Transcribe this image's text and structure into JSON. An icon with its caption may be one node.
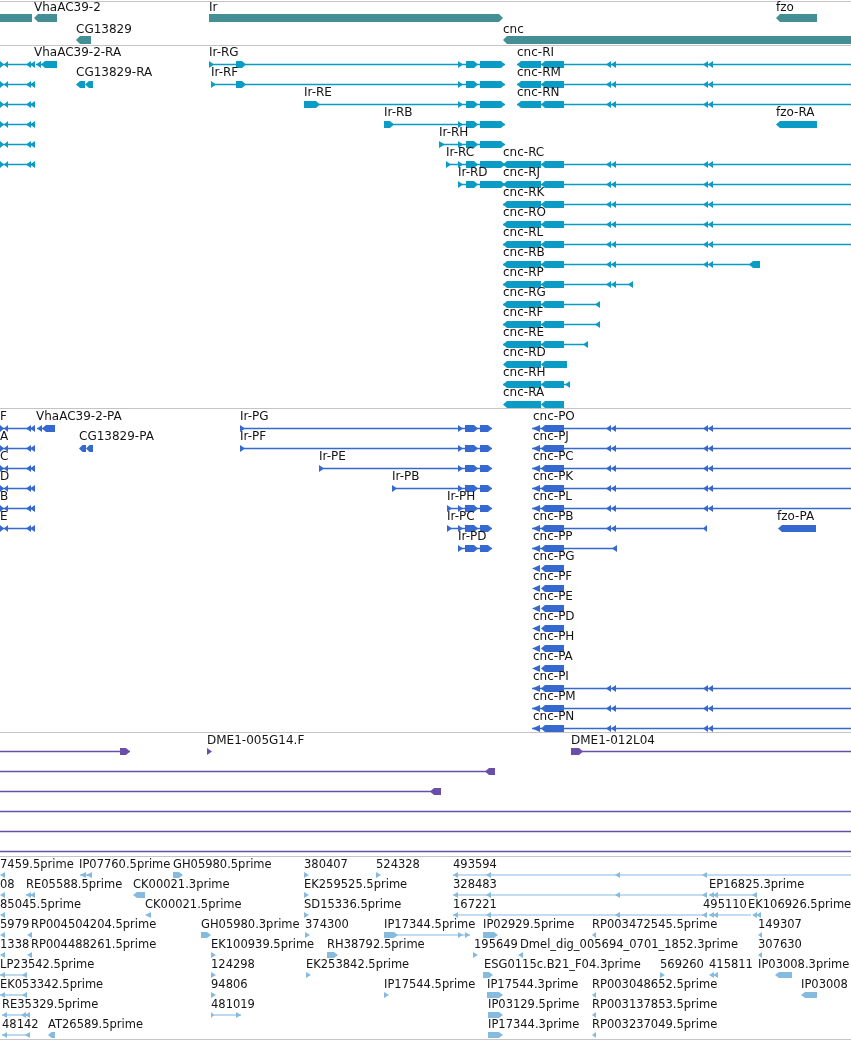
{
  "diagram": {
    "nodes": [
      {
        "text": [],
        "shape": "bar"
      },
      {
        "text": [
          "VhaAC39-2"
        ]
      },
      {
        "text": [
          "Ir"
        ]
      },
      {
        "text": [
          "fzo"
        ]
      },
      {
        "text": [
          "CG13829"
        ]
      },
      {
        "text": [
          "cnc"
        ]
      },
      {
        "text": [],
        "shape": "bar"
      },
      {
        "text": [
          "VhaAC39-2-RA"
        ]
      },
      {
        "text": [
          "Ir-RG"
        ]
      },
      {
        "text": [
          "cnc-RI"
        ]
      },
      {
        "text": [],
        "shape": "bar"
      },
      {
        "text": [
          "CG13829-RA"
        ]
      },
      {
        "text": [
          "Ir-RF"
        ]
      },
      {
        "text": [
          "cnc-RM"
        ]
      },
      {
        "text": [],
        "shape": "bar"
      },
      {
        "text": [
          "Ir-RE"
        ]
      },
      {
        "text": [
          "cnc-RN"
        ]
      },
      {
        "text": [],
        "shape": "bar"
      },
      {
        "text": [
          "Ir-RB"
        ]
      },
      {
        "text": [
          "fzo-RA"
        ]
      },
      {
        "text": [],
        "shape": "bar"
      },
      {
        "text": [
          "Ir-RH"
        ]
      },
      {
        "text": [],
        "shape": "bar"
      },
      {
        "text": [
          "Ir-RC"
        ]
      },
      {
        "text": [
          "cnc-RC"
        ]
      },
      {
        "text": [
          "Ir-RD"
        ]
      },
      {
        "text": [
          "cnc-RJ"
        ]
      },
      {
        "text": [
          "cnc-RK"
        ]
      },
      {
        "text": [
          "cnc-RO"
        ]
      },
      {
        "text": [
          "cnc-RL"
        ]
      },
      {
        "text": [
          "cnc-RB"
        ]
      },
      {
        "text": [
          "cnc-RP"
        ]
      },
      {
        "text": [
          "cnc-RG"
        ]
      },
      {
        "text": [
          "cnc-RF"
        ]
      },
      {
        "text": [
          "cnc-RE"
        ]
      },
      {
        "text": [
          "cnc-RD"
        ]
      },
      {
        "text": [
          "cnc-RH"
        ]
      },
      {
        "text": [
          "cnc-RA"
        ]
      },
      {
        "text": [
          "F"
        ]
      },
      {
        "text": [
          "VhaAC39-2-PA"
        ]
      },
      {
        "text": [
          "Ir-PG"
        ]
      },
      {
        "text": [
          "cnc-PO"
        ]
      },
      {
        "text": [
          "A"
        ]
      },
      {
        "text": [
          "CG13829-PA"
        ]
      },
      {
        "text": [
          "Ir-PF"
        ]
      },
      {
        "text": [
          "cnc-PJ"
        ]
      },
      {
        "text": [
          "C"
        ]
      },
      {
        "text": [
          "Ir-PE"
        ]
      },
      {
        "text": [
          "cnc-PC"
        ]
      },
      {
        "text": [
          "D"
        ]
      },
      {
        "text": [
          "Ir-PB"
        ]
      },
      {
        "text": [
          "cnc-PK"
        ]
      },
      {
        "text": [
          "B"
        ]
      },
      {
        "text": [
          "Ir-PH"
        ]
      },
      {
        "text": [
          "cnc-PL"
        ]
      },
      {
        "text": [
          "E"
        ]
      },
      {
        "text": [
          "Ir-PC"
        ]
      },
      {
        "text": [
          "cnc-PB"
        ]
      },
      {
        "text": [
          "fzo-PA"
        ]
      },
      {
        "text": [
          "Ir-PD"
        ]
      },
      {
        "text": [
          "cnc-PP"
        ]
      },
      {
        "text": [
          "cnc-PG"
        ]
      },
      {
        "text": [
          "cnc-PF"
        ]
      },
      {
        "text": [
          "cnc-PE"
        ]
      },
      {
        "text": [
          "cnc-PD"
        ]
      },
      {
        "text": [
          "cnc-PH"
        ]
      },
      {
        "text": [
          "cnc-PA"
        ]
      },
      {
        "text": [
          "cnc-PI"
        ]
      },
      {
        "text": [
          "cnc-PM"
        ]
      },
      {
        "text": [
          "cnc-PN"
        ]
      },
      {
        "text": [],
        "shape": "bar"
      },
      {
        "text": [
          "DME1-005G14.F"
        ]
      },
      {
        "text": [
          "DME1-012L04"
        ]
      },
      {
        "text": [],
        "shape": "bar"
      },
      {
        "text": [],
        "shape": "bar"
      },
      {
        "text": [],
        "shape": "bar"
      },
      {
        "text": [],
        "shape": "bar"
      },
      {
        "text": [],
        "shape": "bar"
      },
      {
        "text": [
          "7459.5prime"
        ]
      },
      {
        "text": [
          "IP07760.5prime"
        ]
      },
      {
        "text": [
          "GH05980.5prime"
        ]
      },
      {
        "text": [
          "380407"
        ]
      },
      {
        "text": [
          "524328"
        ]
      },
      {
        "text": [
          "493594"
        ]
      },
      {
        "text": [
          "08"
        ]
      },
      {
        "text": [
          "RE05588.5prime"
        ]
      },
      {
        "text": [
          "CK00021.3prime"
        ]
      },
      {
        "text": [
          "EK259525.5prime"
        ]
      },
      {
        "text": [
          "328483"
        ]
      },
      {
        "text": [
          "EP16825.3prime"
        ]
      },
      {
        "text": [
          "85045.5prime"
        ]
      },
      {
        "text": [
          "CK00021.5prime"
        ]
      },
      {
        "text": [
          "SD15336.5prime"
        ]
      },
      {
        "text": [
          "167221"
        ]
      },
      {
        "text": [
          "495110"
        ]
      },
      {
        "text": [
          "EK106926.5prime"
        ]
      },
      {
        "text": [
          "5979"
        ]
      },
      {
        "text": [
          "RP004504204.5prime"
        ]
      },
      {
        "text": [
          "GH05980.3prime"
        ]
      },
      {
        "text": [
          "374300"
        ]
      },
      {
        "text": [
          "IP17344.5prime"
        ]
      },
      {
        "text": [
          "IP02929.5prime"
        ]
      },
      {
        "text": [
          "RP003472545.5prime"
        ]
      },
      {
        "text": [
          "149307"
        ]
      },
      {
        "text": [
          "1338"
        ]
      },
      {
        "text": [
          "RP004488261.5prime"
        ]
      },
      {
        "text": [
          "EK100939.5prime"
        ]
      },
      {
        "text": [
          "RH38792.5prime"
        ]
      },
      {
        "text": [
          "195649"
        ]
      },
      {
        "text": [
          "Dmel_dig_005694_0701_1852.3prime"
        ]
      },
      {
        "text": [
          "307630"
        ]
      },
      {
        "text": [
          "LP23542.5prime"
        ]
      },
      {
        "text": [
          "124298"
        ]
      },
      {
        "text": [
          "EK253842.5prime"
        ]
      },
      {
        "text": [
          "ESG0115c.B21_F04.3prime"
        ]
      },
      {
        "text": [
          "569260"
        ]
      },
      {
        "text": [
          "415811"
        ]
      },
      {
        "text": [
          "IP03008.3prime"
        ]
      },
      {
        "text": [
          "EK053342.5prime"
        ]
      },
      {
        "text": [
          "94806"
        ]
      },
      {
        "text": [
          "IP17544.5prime"
        ]
      },
      {
        "text": [
          "IP17544.3prime"
        ]
      },
      {
        "text": [
          "RP003048652.5prime"
        ]
      },
      {
        "text": [
          "IP03008"
        ]
      },
      {
        "text": [
          "RE35329.5prime"
        ]
      },
      {
        "text": [
          "481019"
        ]
      },
      {
        "text": [
          "IP03129.5prime"
        ]
      },
      {
        "text": [
          "RP003137853.5prime"
        ]
      },
      {
        "text": [
          "48142"
        ]
      },
      {
        "text": [
          "AT26589.5prime"
        ]
      },
      {
        "text": [
          "IP17344.3prime"
        ]
      },
      {
        "text": [
          "RP003237049.5prime"
        ]
      }
    ]
  }
}
